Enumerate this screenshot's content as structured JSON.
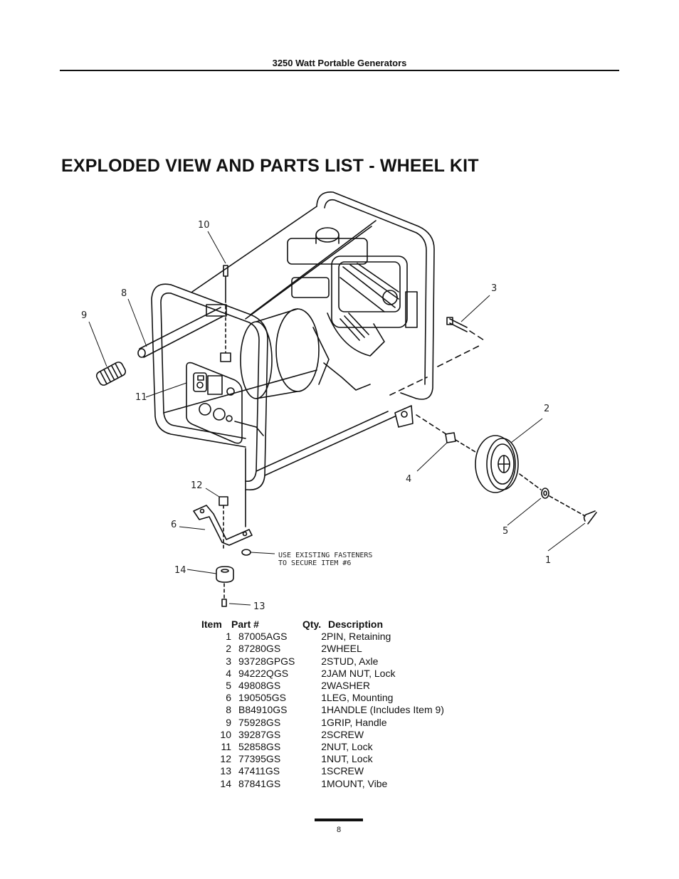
{
  "header": {
    "title": "3250 Watt Portable Generators"
  },
  "page_title": "EXPLODED VIEW AND PARTS LIST - WHEEL KIT",
  "diagram": {
    "callouts": [
      "1",
      "2",
      "3",
      "4",
      "5",
      "6",
      "8",
      "9",
      "10",
      "11",
      "12",
      "13",
      "14"
    ],
    "note_line1": "USE EXISTING FASTENERS",
    "note_line2": "TO SECURE ITEM #6"
  },
  "parts_table": {
    "headers": {
      "item": "Item",
      "part": "Part #",
      "qty": "Qty.",
      "description": "Description"
    },
    "rows": [
      {
        "item": "1",
        "part": "87005AGS",
        "qty": "2",
        "description": "PIN, Retaining"
      },
      {
        "item": "2",
        "part": "87280GS",
        "qty": "2",
        "description": "WHEEL"
      },
      {
        "item": "3",
        "part": "93728GPGS",
        "qty": "2",
        "description": "STUD, Axle"
      },
      {
        "item": "4",
        "part": "94222QGS",
        "qty": "2",
        "description": "JAM NUT, Lock"
      },
      {
        "item": "5",
        "part": "49808GS",
        "qty": "2",
        "description": "WASHER"
      },
      {
        "item": "6",
        "part": "190505GS",
        "qty": "1",
        "description": "LEG, Mounting"
      },
      {
        "item": "8",
        "part": "B84910GS",
        "qty": "1",
        "description": "HANDLE (Includes Item 9)"
      },
      {
        "item": "9",
        "part": "75928GS",
        "qty": "1",
        "description": "GRIP, Handle"
      },
      {
        "item": "10",
        "part": "39287GS",
        "qty": "2",
        "description": "SCREW"
      },
      {
        "item": "11",
        "part": "52858GS",
        "qty": "2",
        "description": "NUT, Lock"
      },
      {
        "item": "12",
        "part": "77395GS",
        "qty": "1",
        "description": "NUT, Lock"
      },
      {
        "item": "13",
        "part": "47411GS",
        "qty": "1",
        "description": "SCREW"
      },
      {
        "item": "14",
        "part": "87841GS",
        "qty": "1",
        "description": "MOUNT, Vibe"
      }
    ]
  },
  "footer": {
    "page_number": "8"
  }
}
